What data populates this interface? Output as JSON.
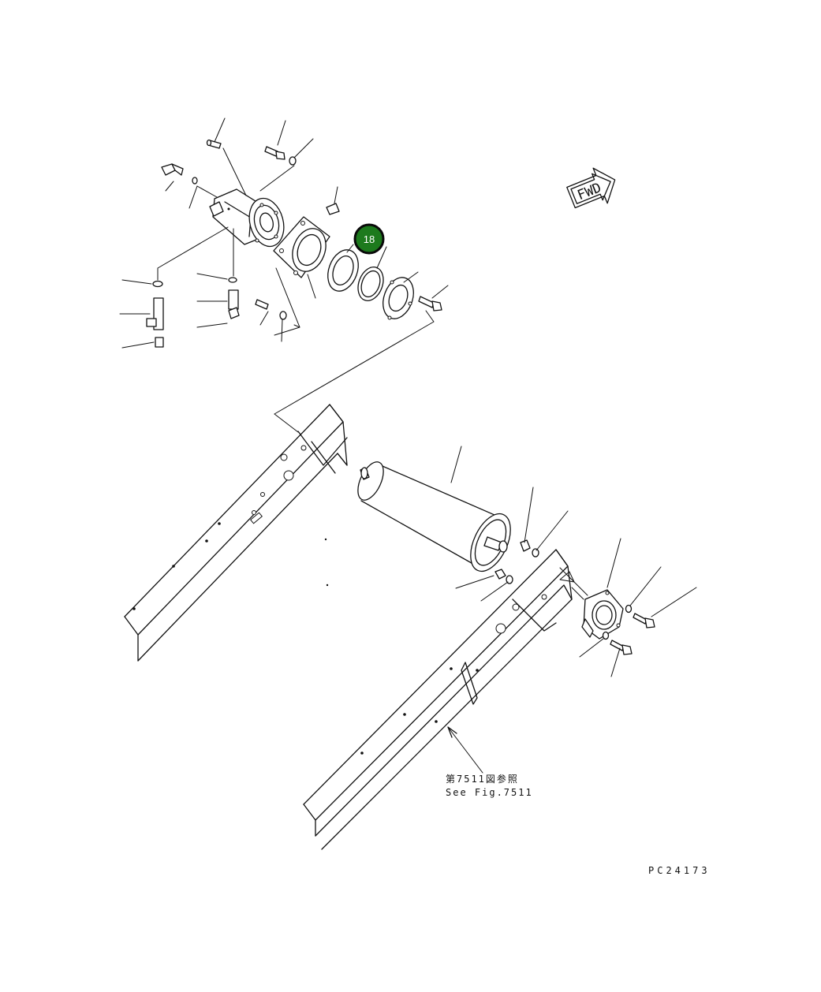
{
  "callout": {
    "label": "18",
    "color": "#1d7a1d"
  },
  "fwd_marker": {
    "text": "FWD"
  },
  "reference": {
    "line_ja": "第7511図参照",
    "line_en": "See Fig.7511"
  },
  "drawing_code": "PC24173"
}
